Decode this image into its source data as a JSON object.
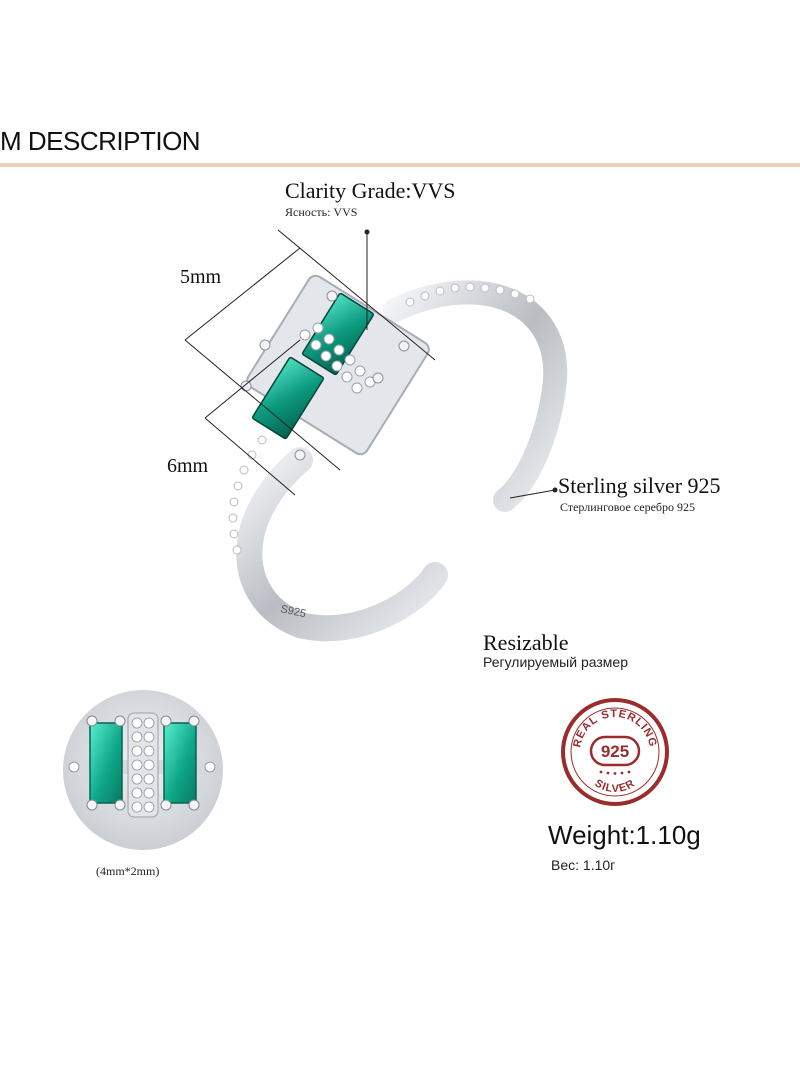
{
  "header": {
    "title": "M  DESCRIPTION"
  },
  "clarity": {
    "title": "Clarity Grade:VVS",
    "subtitle": "Ясность: VVS"
  },
  "dimensions": {
    "length": "5mm",
    "width": "6mm"
  },
  "material": {
    "title": "Sterling silver 925",
    "subtitle": "Стерлинговое серебро 925"
  },
  "ring": {
    "engraving": "S925"
  },
  "size": {
    "title": "Resizable",
    "subtitle": "Регулируемый размер"
  },
  "detail": {
    "caption": "(4mm*2mm)"
  },
  "stamp": {
    "top_text": "REAL STERLING",
    "center": "925",
    "bottom_text": "SILVER",
    "color": "#9b2c2c"
  },
  "weight": {
    "title": "Weight:1.10g",
    "subtitle": "Вес: 1.10г"
  },
  "colors": {
    "accent_rule": "#e9d2b8",
    "gem": "#0fa58a",
    "silver": "#c9ccd1"
  }
}
